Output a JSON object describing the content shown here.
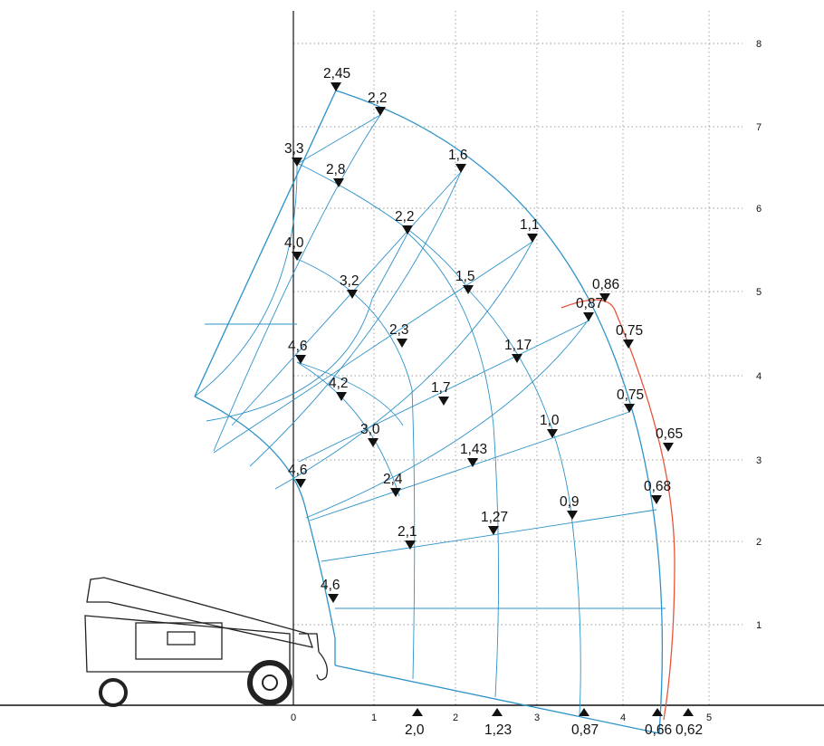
{
  "y_axis_ticks": [
    "1",
    "2",
    "3",
    "4",
    "5",
    "6",
    "7",
    "8"
  ],
  "x_axis_ticks": [
    "0",
    "1",
    "2",
    "3",
    "4",
    "5"
  ],
  "colors": {
    "grid": "#9a9a9a",
    "axis": "#111111",
    "envelope": "#2e93c9",
    "extension": "#e8553a",
    "marker": "#111111"
  },
  "load_points": [
    {
      "label": "2,45"
    },
    {
      "label": "2,2"
    },
    {
      "label": "1,6"
    },
    {
      "label": "1,1"
    },
    {
      "label": "0,86"
    },
    {
      "label": "0,87"
    },
    {
      "label": "0,75"
    },
    {
      "label": "0,75"
    },
    {
      "label": "0,65"
    },
    {
      "label": "0,68"
    },
    {
      "label": "3,3"
    },
    {
      "label": "2,8"
    },
    {
      "label": "2,2"
    },
    {
      "label": "1,5"
    },
    {
      "label": "1,17"
    },
    {
      "label": "1,0"
    },
    {
      "label": "0,9"
    },
    {
      "label": "4,0"
    },
    {
      "label": "3,2"
    },
    {
      "label": "2,3"
    },
    {
      "label": "1,7"
    },
    {
      "label": "1,43"
    },
    {
      "label": "1,27"
    },
    {
      "label": "4,6"
    },
    {
      "label": "4,2"
    },
    {
      "label": "3,0"
    },
    {
      "label": "2,4"
    },
    {
      "label": "2,1"
    },
    {
      "label": "4,6"
    },
    {
      "label": "4,6"
    }
  ],
  "ground_points": [
    {
      "label": "2,0"
    },
    {
      "label": "1,23"
    },
    {
      "label": "0,87"
    },
    {
      "label": "0,66"
    },
    {
      "label": "0,62"
    }
  ],
  "icons": {
    "crane_vehicle": "mini-crawler-crane-icon"
  }
}
